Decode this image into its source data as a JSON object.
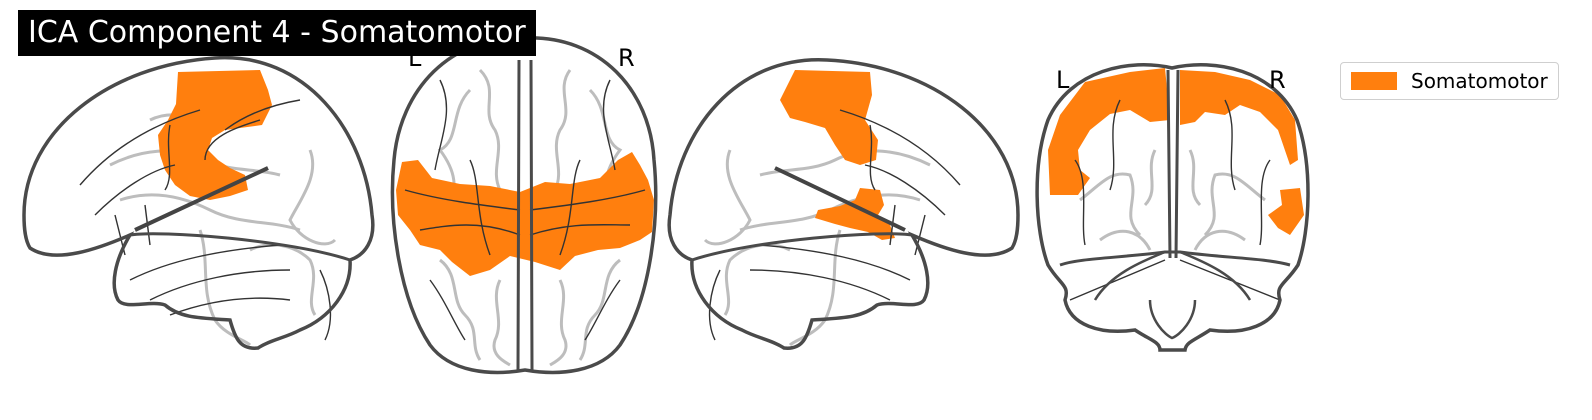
{
  "title": "ICA Component 4 - Somatomotor",
  "orientation_labels": {
    "axial_left": "L",
    "axial_right": "R",
    "coronal_left": "L",
    "coronal_right": "R"
  },
  "legend": {
    "items": [
      {
        "label": "Somatomotor",
        "color": "#ff7f0e"
      }
    ]
  },
  "colors": {
    "outline": "#4a4a4a",
    "gyri": "#bdbdbd",
    "sulci": "#333333",
    "activation": "#ff7f0e"
  },
  "views": [
    "sagittal-left",
    "axial",
    "sagittal-right",
    "coronal"
  ]
}
